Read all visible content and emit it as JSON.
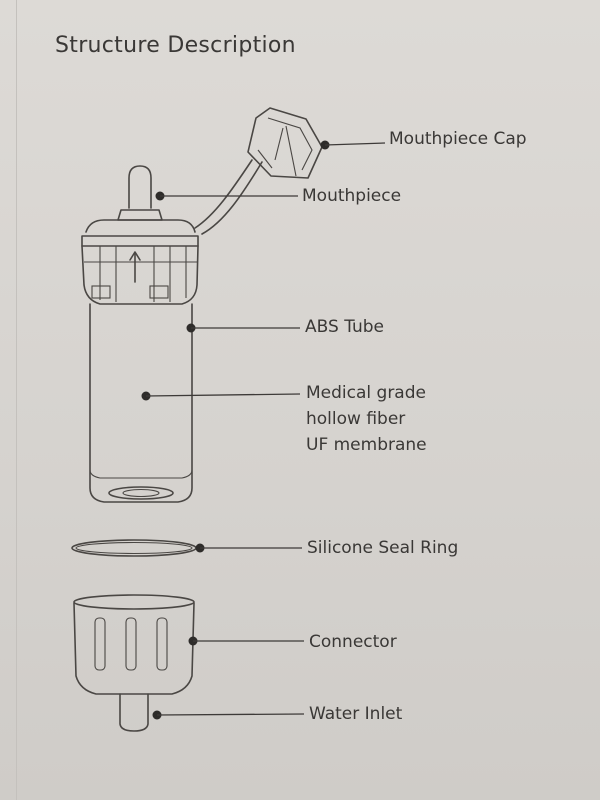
{
  "page": {
    "title": "Structure Description"
  },
  "labels": {
    "mouthpiece_cap": "Mouthpiece Cap",
    "mouthpiece": "Mouthpiece",
    "abs_tube": "ABS Tube",
    "membrane": [
      "Medical grade",
      "hollow fiber",
      "UF membrane"
    ],
    "seal_ring": "Silicone Seal Ring",
    "connector": "Connector",
    "water_inlet": "Water Inlet"
  },
  "colors": {
    "paper": "#d9d6d2",
    "ink": "#3a3836"
  }
}
